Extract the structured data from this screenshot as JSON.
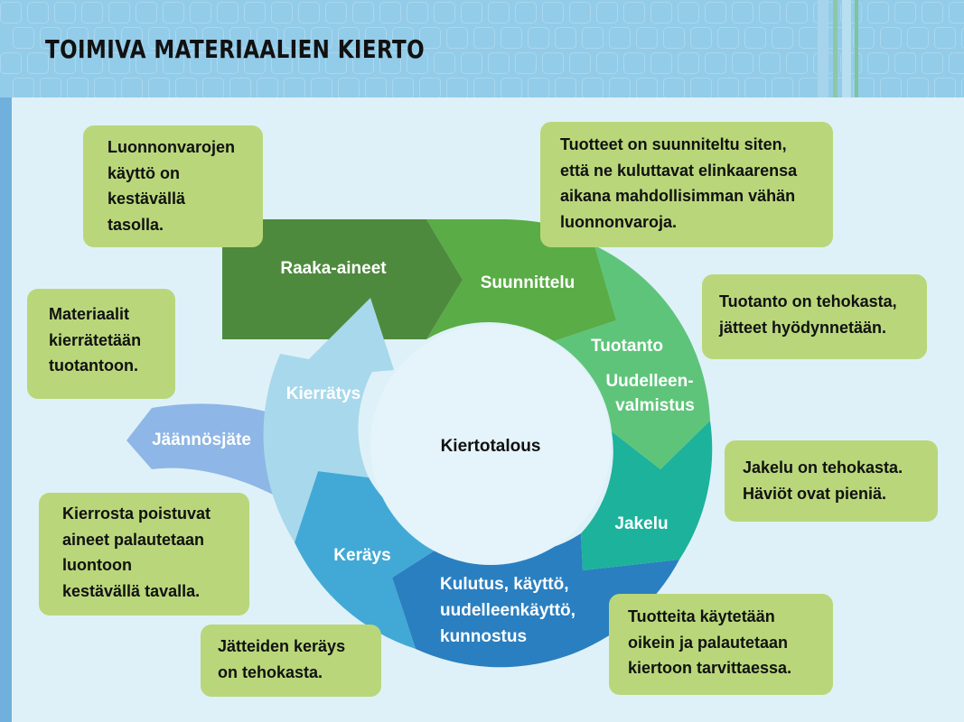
{
  "title": "TOIMIVA MATERIAALIEN KIERTO",
  "colors": {
    "raaka_aineet": "#4e8a3d",
    "suunnittelu": "#5aac46",
    "tuotanto": "#5ec47a",
    "jakelu": "#1db29b",
    "kulutus": "#2a7fc0",
    "keräys": "#42a9d6",
    "kierrätys": "#a8d8ec",
    "jäännösjäte": "#8eb6e6",
    "callout": "#b9d77a",
    "background": "#dff1f8",
    "header": "#93cce9"
  },
  "diagram": {
    "center": "Kiertotalous",
    "segments": {
      "raaka_aineet": "Raaka-aineet",
      "suunnittelu": "Suunnittelu",
      "tuotanto": "Tuotanto",
      "uudelleenvalmistus_line1": "Uudelleen-",
      "uudelleenvalmistus_line2": "valmistus",
      "jakelu": "Jakelu",
      "kulutus_line1": "Kulutus, käyttö,",
      "kulutus_line2": "uudelleenkäyttö,",
      "kulutus_line3": "kunnostus",
      "keräys": "Keräys",
      "kierrätys": "Kierrätys",
      "jäännösjäte": "Jäännösjäte"
    }
  },
  "callouts": {
    "luonnonvarat": "Luonnonvarojen\nkäyttö on\nkestävällä\ntasolla.",
    "suunnittelu": "Tuotteet on suunniteltu siten,\nettä ne kuluttavat elinkaarensa\naikana mahdollisimman vähän\nluonnonvaroja.",
    "tuotanto": "Tuotanto on tehokasta,\njätteet hyödynnetään.",
    "jakelu": "Jakelu on tehokasta.\nHäviöt ovat pieniä.",
    "kulutus": "Tuotteita käytetään\noikein ja palautetaan\nkiertoon tarvittaessa.",
    "keräys": "Jätteiden keräys\non tehokasta.",
    "poistuvat": "Kierrosta poistuvat\naineet palautetaan\nluontoon\nkestävällä tavalla.",
    "materiaalit": "Materiaalit\nkierrätetään\ntuotantoon."
  }
}
